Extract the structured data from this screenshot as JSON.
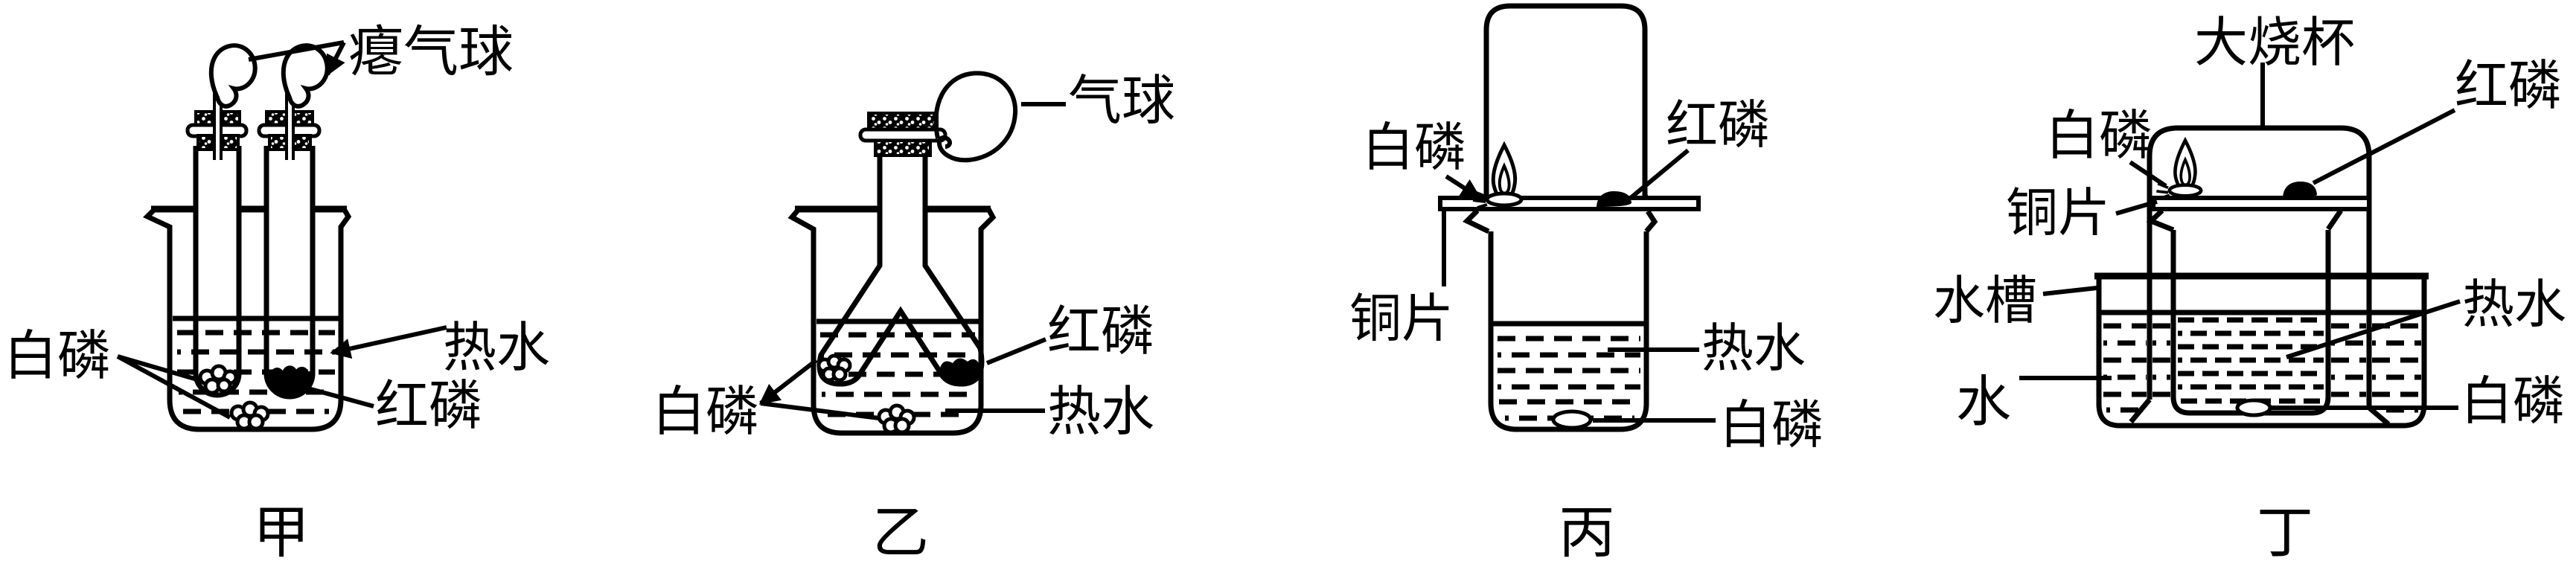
{
  "figure_type": "chemistry-apparatus-diagram",
  "topic": "white phosphorus vs red phosphorus combustion conditions experiment",
  "colors": {
    "ink": "#000000",
    "background": "#ffffff"
  },
  "panels": {
    "jia": {
      "caption": "甲",
      "labels": {
        "deflated_balloons": "瘪气球",
        "white_phosphorus": "白磷",
        "hot_water": "热水",
        "red_phosphorus": "红磷"
      }
    },
    "yi": {
      "caption": "乙",
      "labels": {
        "balloon": "气球",
        "white_phosphorus": "白磷",
        "red_phosphorus": "红磷",
        "hot_water": "热水"
      }
    },
    "bing": {
      "caption": "丙",
      "labels": {
        "white_phosphorus_top": "白磷",
        "red_phosphorus": "红磷",
        "copper_sheet": "铜片",
        "hot_water": "热水",
        "white_phosphorus_bottom": "白磷"
      }
    },
    "ding": {
      "caption": "丁",
      "labels": {
        "large_beaker": "大烧杯",
        "white_phosphorus_top": "白磷",
        "red_phosphorus": "红磷",
        "copper_sheet": "铜片",
        "water_trough": "水槽",
        "water": "水",
        "hot_water": "热水",
        "white_phosphorus_bottom": "白磷"
      }
    }
  }
}
